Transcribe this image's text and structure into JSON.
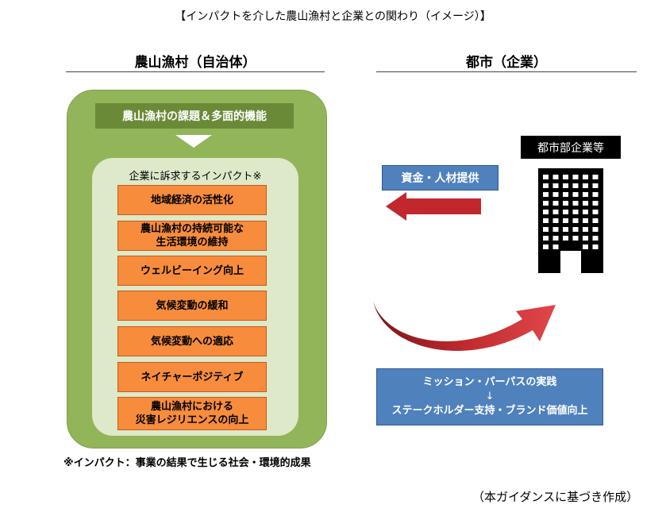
{
  "title": "【インパクトを介した農山漁村と企業との関わり（イメージ）】",
  "left": {
    "heading": "農山漁村（自治体）",
    "header_box": "農山漁村の課題＆多面的機能",
    "inner_title": "企業に訴求するインパクト※",
    "items": [
      {
        "lines": [
          "地域経済の活性化"
        ]
      },
      {
        "lines": [
          "農山漁村の持続可能な",
          "生活環境の維持"
        ]
      },
      {
        "lines": [
          "ウェルビーイング向上"
        ]
      },
      {
        "lines": [
          "気候変動の緩和"
        ]
      },
      {
        "lines": [
          "気候変動への適応"
        ]
      },
      {
        "lines": [
          "ネイチャーポジティブ"
        ]
      },
      {
        "lines": [
          "農山漁村における",
          "災害レジリエンスの向上"
        ]
      }
    ],
    "footnote": "※インパクト：事業の結果で生じる社会・環境的成果"
  },
  "right": {
    "heading": "都市（企業）",
    "provide_label": "資金・人材提供",
    "company_label": "都市部企業等",
    "result_box": {
      "line1": "ミッション・パーパスの実践",
      "arrow": "↓",
      "line2": "ステークホルダー支持・ブランド価値向上"
    }
  },
  "source": "（本ガイダンスに基づき作成）",
  "colors": {
    "green_outer": "#92b55a",
    "green_header": "#6b8a38",
    "green_inner": "#dde9c9",
    "orange": "#f68c3c",
    "blue": "#4f81bd",
    "red_arrow": "#c0282d"
  }
}
